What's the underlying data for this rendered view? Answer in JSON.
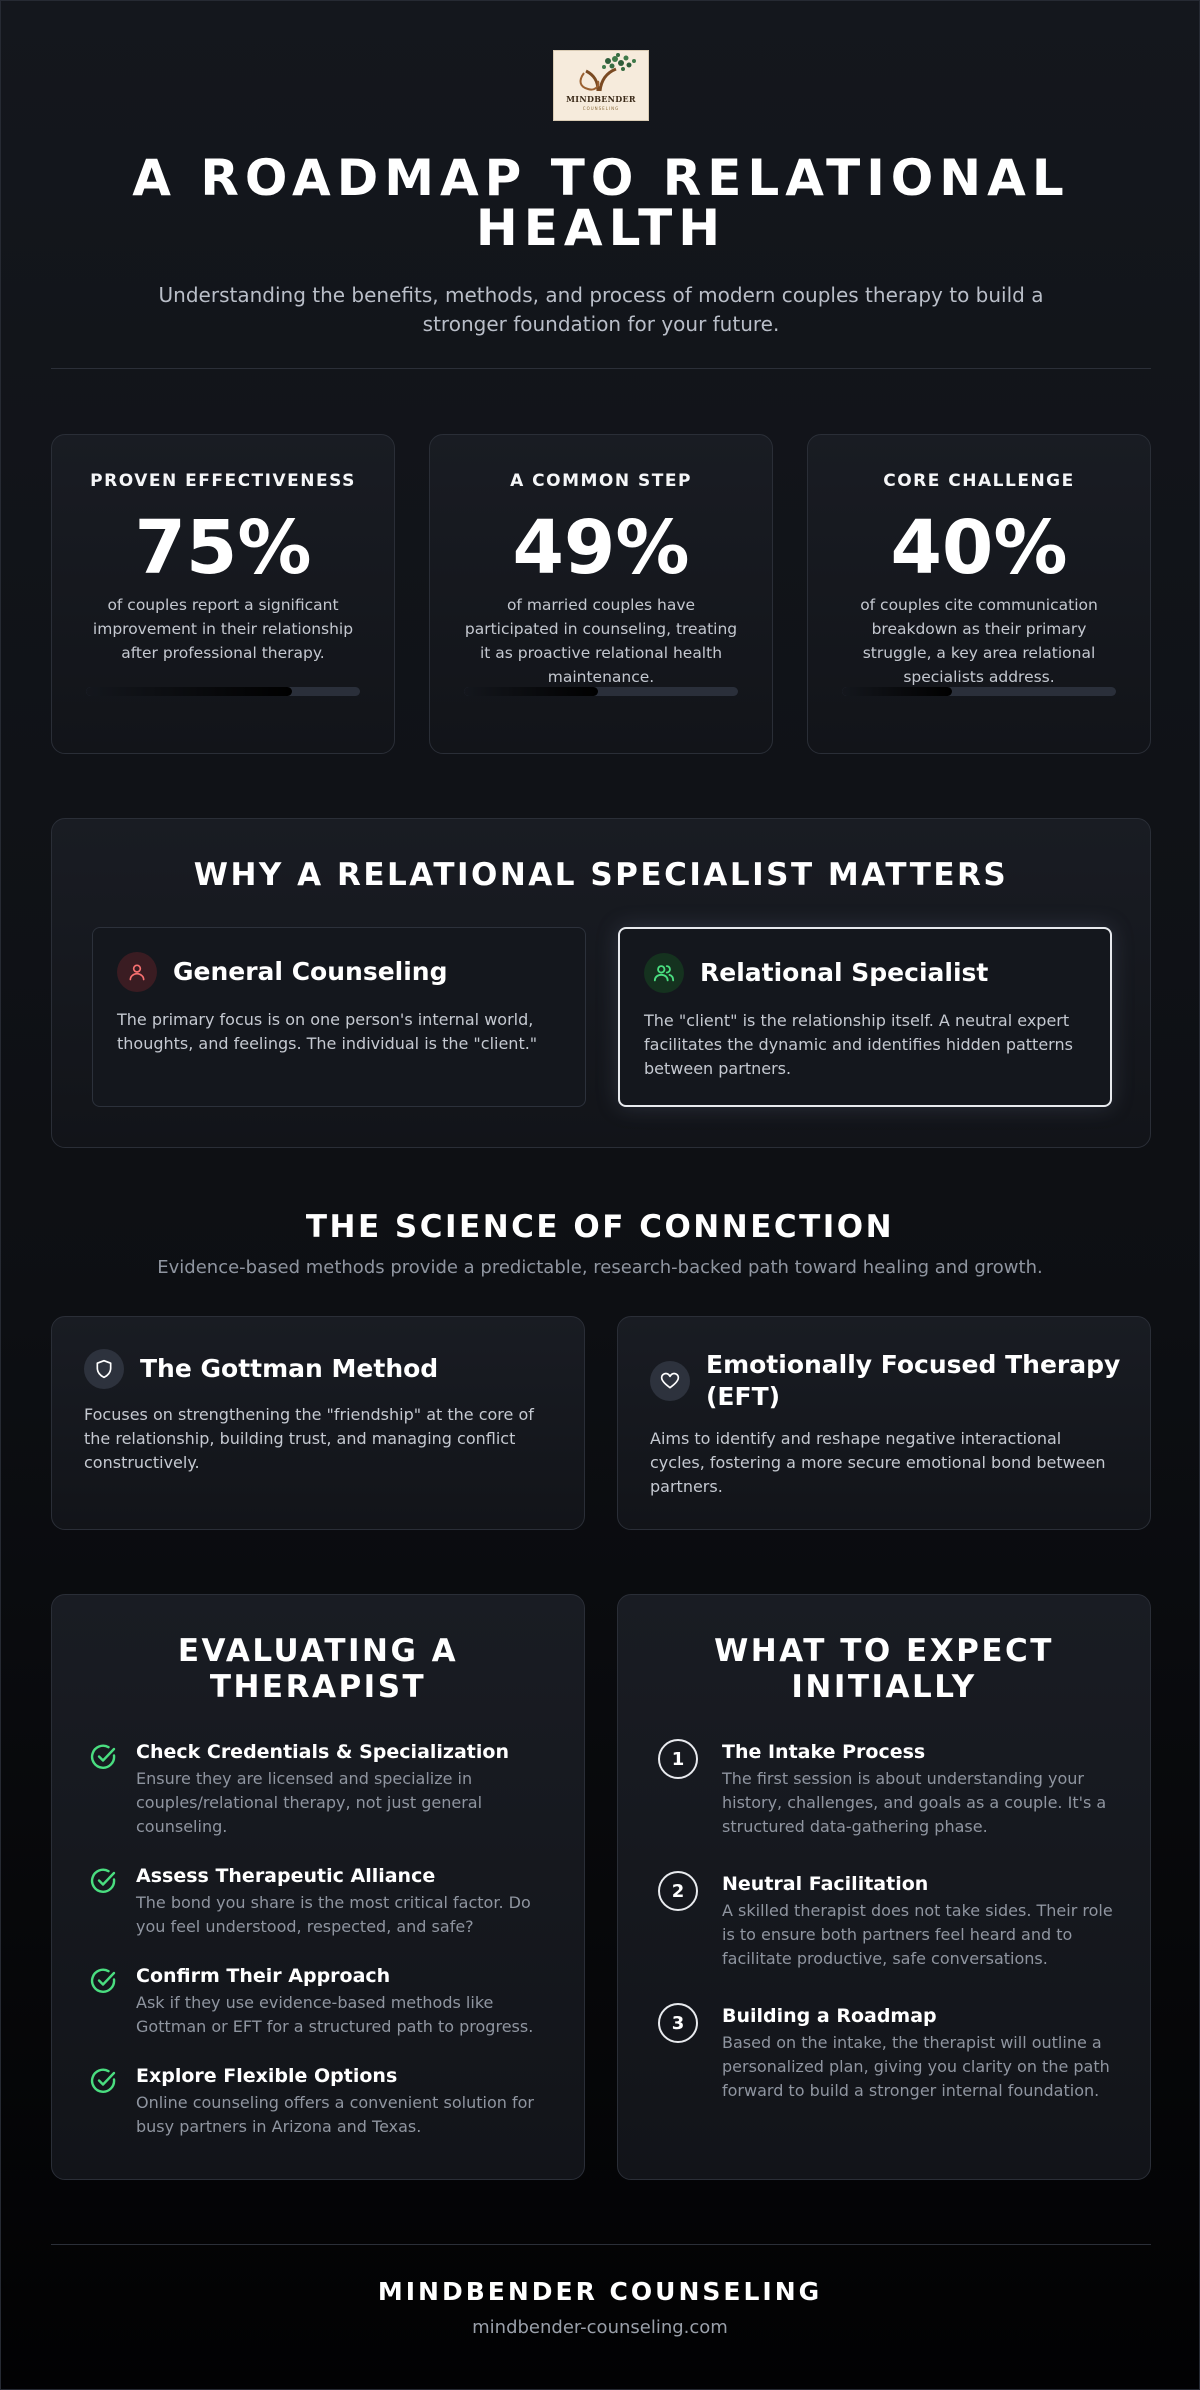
{
  "logo": {
    "text": "MINDBENDER",
    "subtext": "COUNSELING"
  },
  "hero": {
    "title": "A ROADMAP TO RELATIONAL HEALTH",
    "subtitle": "Understanding the benefits, methods, and process of modern couples therapy to build a stronger foundation for your future."
  },
  "stats": [
    {
      "label": "PROVEN EFFECTIVENESS",
      "value": "75%",
      "fill": 0.75,
      "description": "of couples report a significant improvement in their relationship after professional therapy."
    },
    {
      "label": "A COMMON STEP",
      "value": "49%",
      "fill": 0.49,
      "description": "of married couples have participated in counseling, treating it as proactive relational health maintenance."
    },
    {
      "label": "CORE CHALLENGE",
      "value": "40%",
      "fill": 0.4,
      "description": "of couples cite communication breakdown as their primary struggle, a key area relational specialists address."
    }
  ],
  "specialist": {
    "title": "WHY A RELATIONAL SPECIALIST MATTERS",
    "general": {
      "heading": "General Counseling",
      "text": "The primary focus is on one person's internal world, thoughts, and feelings. The individual is the \"client.\""
    },
    "relational": {
      "heading": "Relational Specialist",
      "text": "The \"client\" is the relationship itself. A neutral expert facilitates the dynamic and identifies hidden patterns between partners."
    }
  },
  "science": {
    "title": "THE SCIENCE OF CONNECTION",
    "subtitle": "Evidence-based methods provide a predictable, research-backed path toward healing and growth.",
    "methods": [
      {
        "heading": "The Gottman Method",
        "text": "Focuses on strengthening the \"friendship\" at the core of the relationship, building trust, and managing conflict constructively.",
        "icon": "shield-icon"
      },
      {
        "heading": "Emotionally Focused Therapy (EFT)",
        "text": "Aims to identify and reshape negative interactional cycles, fostering a more secure emotional bond between partners.",
        "icon": "heart-icon"
      }
    ]
  },
  "evaluate": {
    "title": "EVALUATING A THERAPIST",
    "items": [
      {
        "title": "Check Credentials & Specialization",
        "text": "Ensure they are licensed and specialize in couples/relational therapy, not just general counseling."
      },
      {
        "title": "Assess Therapeutic Alliance",
        "text": "The bond you share is the most critical factor. Do you feel understood, respected, and safe?"
      },
      {
        "title": "Confirm Their Approach",
        "text": "Ask if they use evidence-based methods like Gottman or EFT for a structured path to progress."
      },
      {
        "title": "Explore Flexible Options",
        "text": "Online counseling offers a convenient solution for busy partners in Arizona and Texas."
      }
    ]
  },
  "expect": {
    "title": "WHAT TO EXPECT INITIALLY",
    "steps": [
      {
        "num": "1",
        "title": "The Intake Process",
        "text": "The first session is about understanding your history, challenges, and goals as a couple. It's a structured data-gathering phase."
      },
      {
        "num": "2",
        "title": "Neutral Facilitation",
        "text": "A skilled therapist does not take sides. Their role is to ensure both partners feel heard and to facilitate productive, safe conversations."
      },
      {
        "num": "3",
        "title": "Building a Roadmap",
        "text": "Based on the intake, the therapist will outline a personalized plan, giving you clarity on the path forward to build a stronger internal foundation."
      }
    ]
  },
  "footer": {
    "brand": "MINDBENDER COUNSELING",
    "url": "mindbender-counseling.com"
  },
  "colors": {
    "accent_green": "#4ade80",
    "accent_red": "#f87171",
    "background": "#0d0f13",
    "card": "#171a20"
  }
}
